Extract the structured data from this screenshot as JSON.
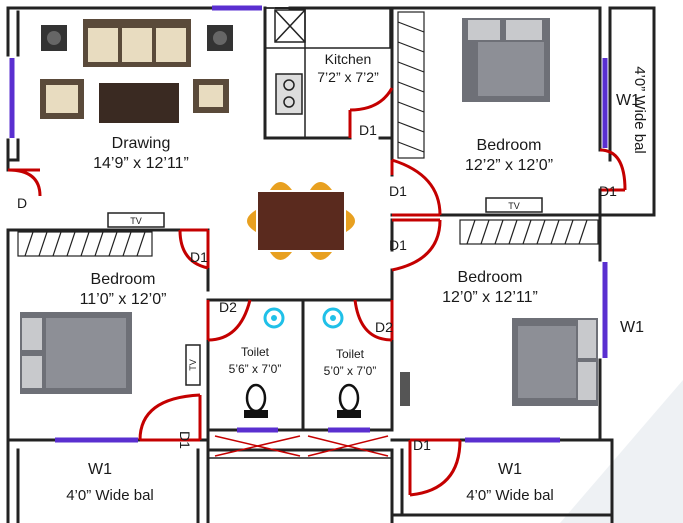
{
  "rooms": {
    "drawing": {
      "name": "Drawing",
      "size": "14’9” x 12’11”"
    },
    "kitchen": {
      "name": "Kitchen",
      "size": "7’2” x 7’2”"
    },
    "bedroom_ne": {
      "name": "Bedroom",
      "size": "12’2” x 12’0”"
    },
    "bedroom_w": {
      "name": "Bedroom",
      "size": "11’0” x 12’0”"
    },
    "bedroom_se": {
      "name": "Bedroom",
      "size": "12’0” x 12’11”"
    },
    "toilet_left": {
      "name": "Toilet",
      "size": "5’6” x 7’0”"
    },
    "toilet_right": {
      "name": "Toilet",
      "size": "5’0” x 7’0”"
    }
  },
  "balconies": {
    "east": "4’0” Wide bal",
    "southwest": "4’0” Wide bal",
    "southeast": "4’0” Wide bal"
  },
  "labels": {
    "main_door": "D",
    "d1_kitchen": "D1",
    "d1_bed_ne": "D1",
    "d1_bed_ne_bal": "D1",
    "d1_bed_w": "D1",
    "d1_bed_w_bal": "D1",
    "d1_bed_se": "D1",
    "d1_bed_se_bal": "D1",
    "d2_left": "D2",
    "d2_right": "D2",
    "w1_ne": "W1",
    "w1_se": "W1",
    "w1_bal_sw": "W1",
    "w1_bal_se": "W1",
    "tv_ne": "TV",
    "tv_w": "TV",
    "tv_sw": "TV"
  },
  "colors": {
    "wall": "#222222",
    "window": "#5a2fd0",
    "door": "#c40000",
    "table": "#5a2a1e",
    "chair": "#e8a020",
    "bed": "#7d7f86",
    "fixture": "#20c0e8"
  }
}
